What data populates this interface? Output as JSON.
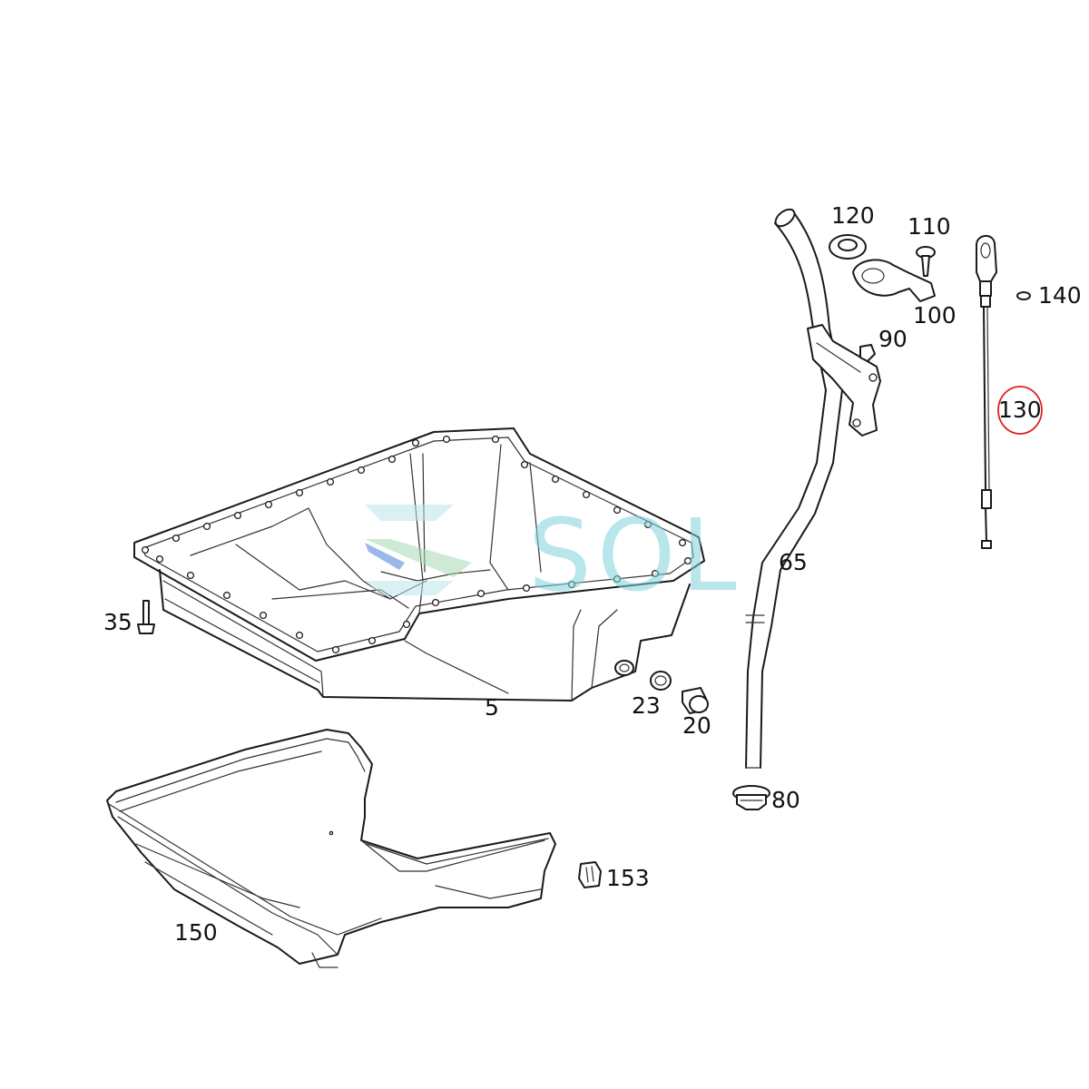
{
  "labels": {
    "p5": "5",
    "p20": "20",
    "p23": "23",
    "p35": "35",
    "p65": "65",
    "p80": "80",
    "p90": "90",
    "p100": "100",
    "p110": "110",
    "p120": "120",
    "p130": "130",
    "p140": "140",
    "p150": "150",
    "p153": "153"
  },
  "highlight": {
    "part": "130",
    "color": "#e02020"
  },
  "watermark": {
    "text": "SOL",
    "color": "#7fd3dc"
  },
  "colors": {
    "line": "#1a1a1a",
    "background": "#ffffff"
  }
}
